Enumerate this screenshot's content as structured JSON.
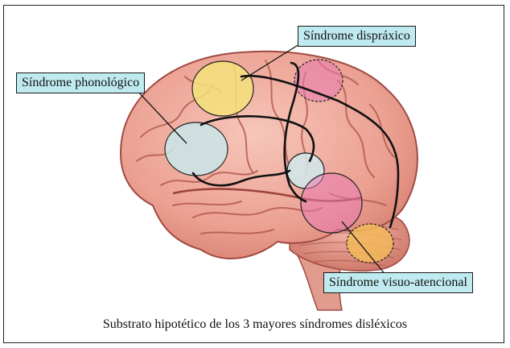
{
  "labels": {
    "dyspraxic": "Síndrome dispráxico",
    "phonological": "Síndrome phonológico",
    "visuo_attentional": "Síndrome visuo-atencional"
  },
  "caption": "Substrato hipotético de los 3 mayores síndromes disléxicos",
  "colors": {
    "label_background": "#bfeaf0",
    "region_yellow": "#f5e27a",
    "region_pink": "#e87ab0",
    "region_blue": "#bfe4e8",
    "region_orange": "#f2b95a",
    "brain_fill": "#eda79a",
    "brain_outline": "#a04a43"
  }
}
